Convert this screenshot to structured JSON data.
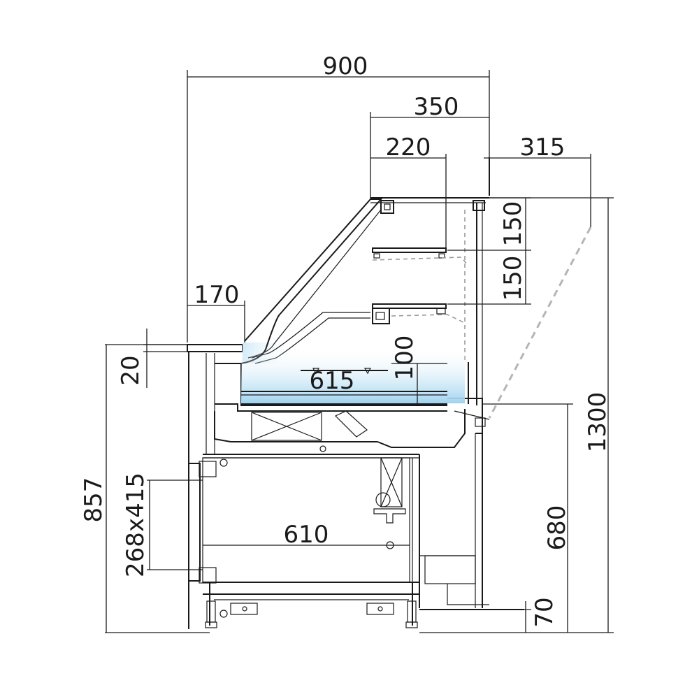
{
  "dimensions": {
    "total_depth": "900",
    "upper_depth": "350",
    "shelf_depth": "220",
    "open_glass_depth": "315",
    "front_ledge": "170",
    "ledge_thickness": "20",
    "top_shelf_gap": "150",
    "middle_shelf_gap": "150",
    "tray_height": "100",
    "tray_depth": "615",
    "counter_height": "857",
    "drawer_size": "268x415",
    "storage_depth": "610",
    "total_height": "1300",
    "rear_counter_height": "680",
    "plinth_height": "70"
  },
  "colors": {
    "storage_fill": "#4fb5e6",
    "tray_glow": "#9fd3ef",
    "line": "#1a1a1a",
    "hidden": "#9a9a9a"
  }
}
